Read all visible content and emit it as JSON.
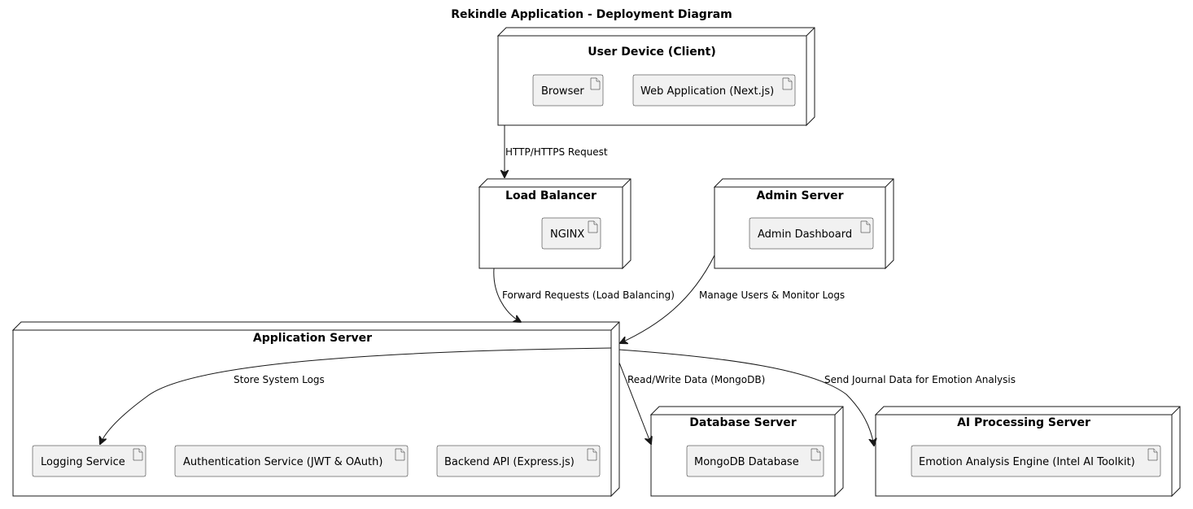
{
  "title": "Rekindle Application - Deployment Diagram",
  "nodes": {
    "user_device": {
      "label": "User Device (Client)",
      "artifacts": [
        "Browser",
        "Web Application (Next.js)"
      ]
    },
    "load_balancer": {
      "label": "Load Balancer",
      "artifacts": [
        "NGINX"
      ]
    },
    "admin_server": {
      "label": "Admin Server",
      "artifacts": [
        "Admin Dashboard"
      ]
    },
    "application_server": {
      "label": "Application Server",
      "artifacts": [
        "Logging Service",
        "Authentication Service (JWT & OAuth)",
        "Backend API (Express.js)"
      ]
    },
    "database_server": {
      "label": "Database Server",
      "artifacts": [
        "MongoDB Database"
      ]
    },
    "ai_server": {
      "label": "AI Processing Server",
      "artifacts": [
        "Emotion Analysis Engine (Intel AI Toolkit)"
      ]
    }
  },
  "edges": [
    {
      "from": "User Device (Client)",
      "to": "Load Balancer",
      "label": "HTTP/HTTPS Request"
    },
    {
      "from": "Load Balancer",
      "to": "Application Server",
      "label": "Forward Requests (Load Balancing)"
    },
    {
      "from": "Admin Server",
      "to": "Application Server",
      "label": "Manage Users & Monitor Logs"
    },
    {
      "from": "Application Server",
      "to": "Logging Service",
      "label": "Store System Logs"
    },
    {
      "from": "Application Server",
      "to": "Database Server",
      "label": "Read/Write Data (MongoDB)"
    },
    {
      "from": "Application Server",
      "to": "AI Processing Server",
      "label": "Send Journal Data for Emotion Analysis"
    }
  ]
}
